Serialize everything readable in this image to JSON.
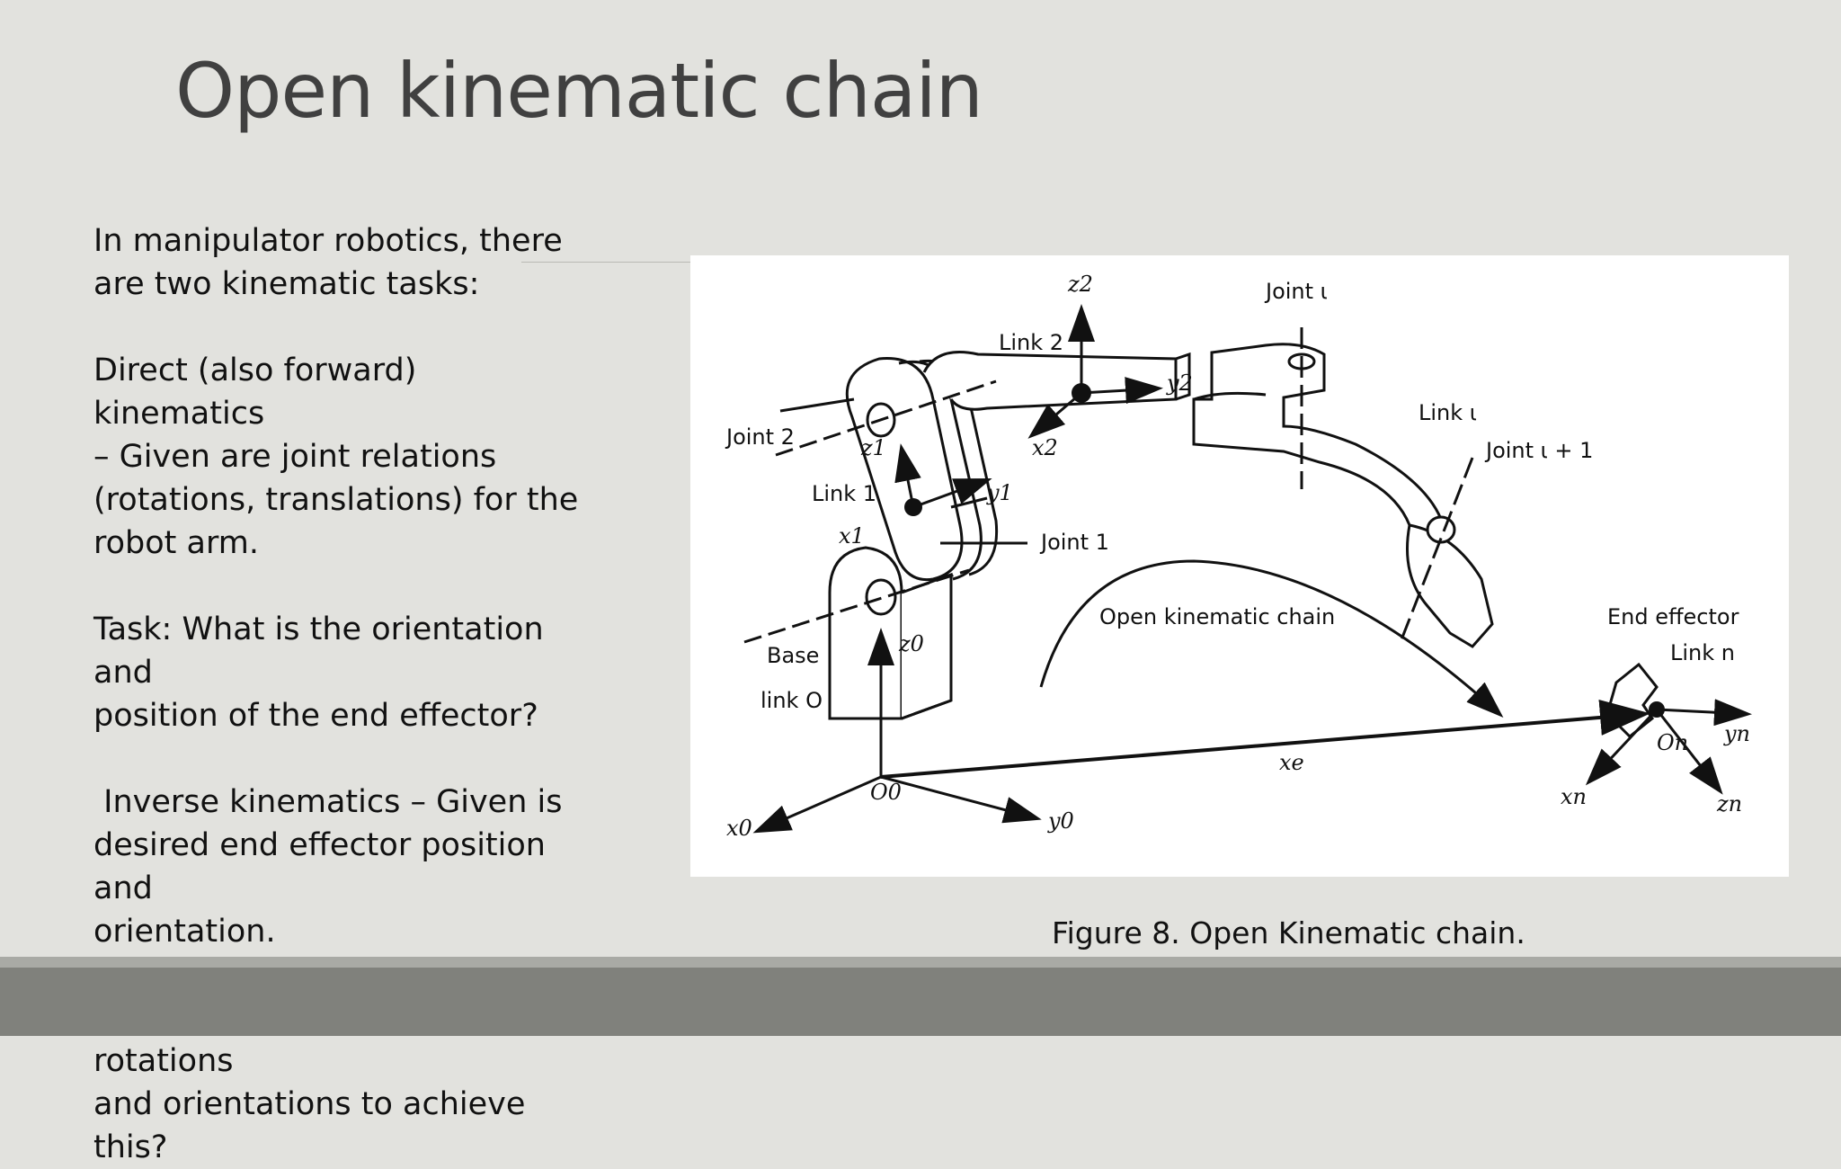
{
  "slide": {
    "title": "Open kinematic chain",
    "paragraphs": [
      "In manipulator robotics, there\nare two kinematic tasks:",
      "Direct (also forward) kinematics\n– Given are joint relations\n(rotations, translations) for the\nrobot arm.",
      "Task: What is the orientation and\nposition of the end effector?",
      " Inverse kinematics – Given is\ndesired end effector position and\norientation.",
      "Task: What are the joint rotations\nand orientations to achieve this?"
    ],
    "caption": "Figure 8. Open Kinematic chain."
  },
  "figure": {
    "labels": {
      "z2": "z2",
      "link2": "Link 2",
      "joint_i": "Joint ι",
      "y2": "y2",
      "joint2": "Joint 2",
      "z1": "z1",
      "x2": "x2",
      "link_i": "Link ι",
      "joint_i1": "Joint ι + 1",
      "link1": "Link 1",
      "y1": "y1",
      "x1": "x1",
      "joint1": "Joint 1",
      "open_chain": "Open kinematic chain",
      "end_effector": "End effector",
      "link_n": "Link n",
      "base": "Base",
      "z0": "z0",
      "link0": "link O",
      "yn": "yn",
      "on": "On",
      "xe": "xe",
      "o0": "O0",
      "xn": "xn",
      "zn": "zn",
      "x0": "x0",
      "y0": "y0"
    }
  }
}
